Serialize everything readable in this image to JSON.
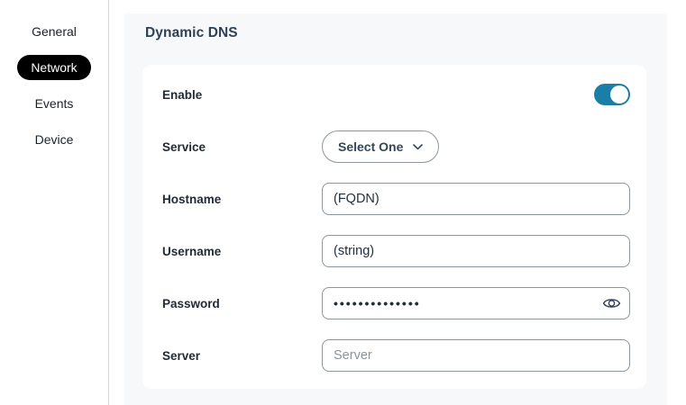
{
  "sidebar": {
    "items": [
      {
        "label": "General",
        "active": false
      },
      {
        "label": "Network",
        "active": true
      },
      {
        "label": "Events",
        "active": false
      },
      {
        "label": "Device",
        "active": false
      }
    ]
  },
  "header": {
    "title": "Dynamic DNS"
  },
  "form": {
    "enable": {
      "label": "Enable",
      "state": "on"
    },
    "service": {
      "label": "Service",
      "value": "Select One",
      "icon": "chevron-down-icon"
    },
    "hostname": {
      "label": "Hostname",
      "value": "(FQDN)"
    },
    "username": {
      "label": "Username",
      "value": "(string)"
    },
    "password": {
      "label": "Password",
      "value": "••••••••••••••",
      "icon": "eye-icon"
    },
    "server": {
      "label": "Server",
      "placeholder": "Server"
    }
  },
  "colors": {
    "accent_toggle": "#1b7ea6",
    "panel_bg": "#f7f8fa",
    "active_nav_pill": "#000000",
    "heading_text": "#2e4155",
    "input_border": "#8d969e"
  }
}
